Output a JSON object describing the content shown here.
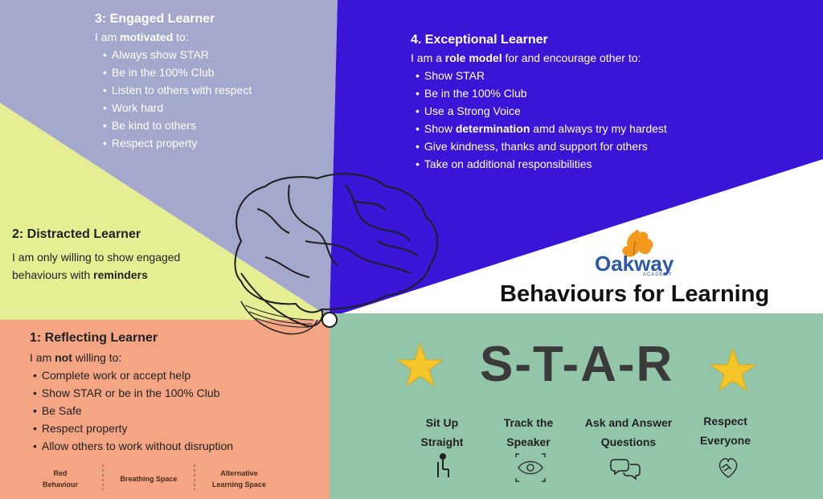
{
  "engaged": {
    "title": "3: Engaged Learner",
    "intro_pre": "I am ",
    "intro_bold": "motivated",
    "intro_post": " to:",
    "items": [
      "Always show STAR",
      "Be in the 100% Club",
      "Listen to others with respect",
      "Work hard",
      "Be kind to others",
      "Respect property"
    ]
  },
  "exceptional": {
    "title": "4. Exceptional Learner",
    "intro_pre": "I am a ",
    "intro_bold": "role model",
    "intro_post": " for and encourage other to:",
    "items": [
      "Show STAR",
      "Be in the 100% Club",
      "Use a Strong Voice"
    ],
    "item4_pre": "Show ",
    "item4_bold": "determination",
    "item4_post": " amd always try my hardest",
    "items_after": [
      "Give kindness, thanks and support for others",
      "Take on additional responsibilities"
    ]
  },
  "distracted": {
    "title": "2: Distracted Learner",
    "line1": "I am only willing to show engaged",
    "line2_pre": "behaviours with ",
    "line2_bold": "reminders"
  },
  "reflecting": {
    "title": "1: Reflecting Learner",
    "intro_pre": "I am ",
    "intro_bold": "not",
    "intro_post": " willing to:",
    "items": [
      "Complete work or accept help",
      "Show STAR or be in the 100% Club",
      "Be Safe",
      "Respect property",
      "Allow others to work without disruption"
    ]
  },
  "footer": {
    "red_line1": "Red",
    "red_line2": "Behaviour",
    "breathing": "Breathing Space",
    "alt_line1": "Alternative",
    "alt_line2": "Learning Space"
  },
  "logo": {
    "name": "Oakway",
    "sub": "ACADEMY"
  },
  "banner_title": "Behaviours for Learning",
  "star": {
    "title": "S-T-A-R",
    "items": [
      {
        "line1": "Sit Up",
        "line2": "Straight",
        "icon": "sitting-person-icon"
      },
      {
        "line1": "Track the",
        "line2": "Speaker",
        "icon": "eye-icon"
      },
      {
        "line1": "Ask and Answer",
        "line2": "Questions",
        "icon": "speech-bubbles-icon"
      },
      {
        "line1": "Respect",
        "line2": "Everyone",
        "icon": "handshake-heart-icon"
      }
    ]
  },
  "colors": {
    "engaged": "#a3a8cc",
    "exceptional": "#3a15d8",
    "distracted": "#e6ee93",
    "reflecting": "#f4a684",
    "star_panel": "#93c5a9",
    "white": "#ffffff",
    "logo_blue": "#2a5aa6",
    "leaf_orange": "#f39a1e",
    "star_gold": "#f5c62a"
  }
}
